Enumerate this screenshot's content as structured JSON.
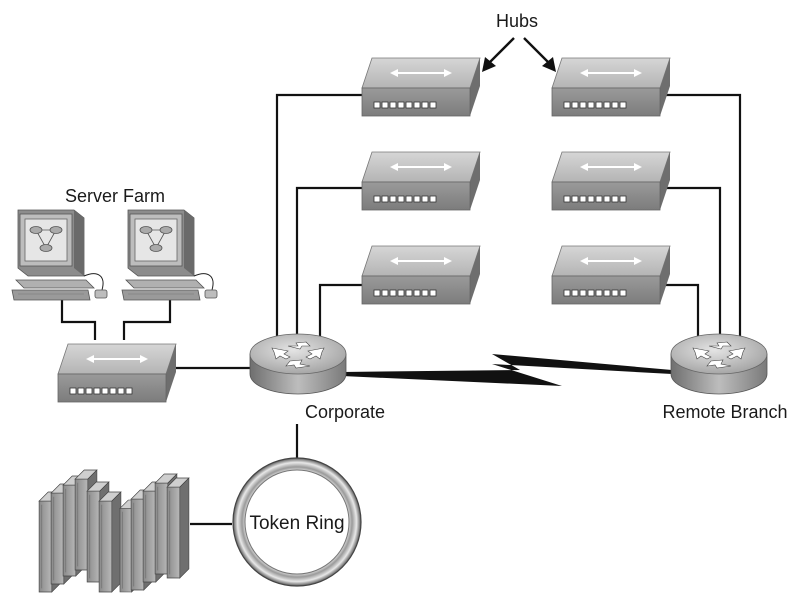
{
  "labels": {
    "hubs": "Hubs",
    "server_farm": "Server Farm",
    "corporate": "Corporate",
    "remote_branch": "Remote Branch",
    "token_ring": "Token Ring"
  },
  "hubs": {
    "corporate_side": [
      "hub",
      "hub",
      "hub"
    ],
    "remote_side": [
      "hub",
      "hub",
      "hub"
    ]
  },
  "colors": {
    "device_top": "#c9c9c9",
    "device_front": "#8f8f8f",
    "wire": "#111111",
    "wan_link": "#111111"
  },
  "icons": {
    "hub": "hub-icon",
    "router": "router-icon",
    "workstation": "workstation-icon",
    "mainframe": "mainframe-icon",
    "token_ring": "token-ring-icon",
    "wan_link": "lightning-link-icon"
  }
}
